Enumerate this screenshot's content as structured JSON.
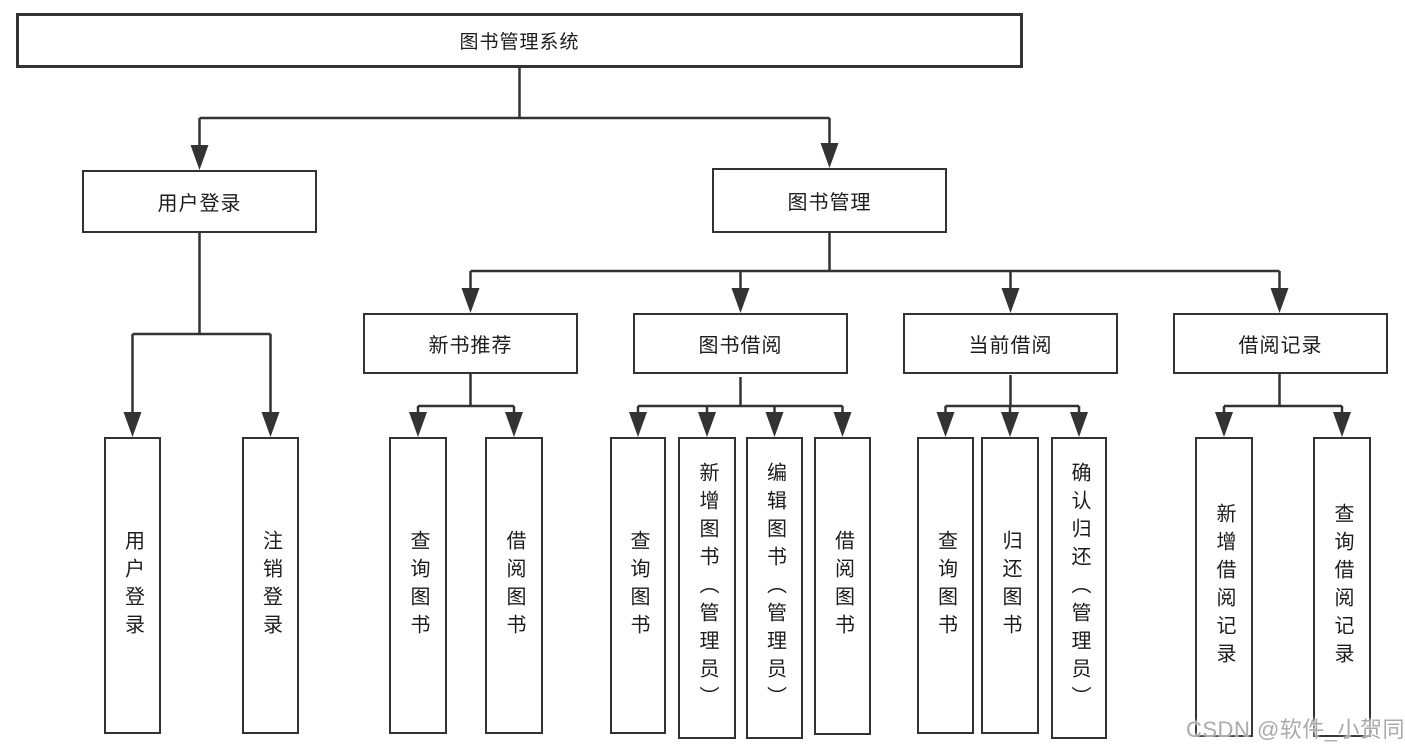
{
  "diagram": {
    "root": {
      "label": "图书管理系统"
    },
    "branches": [
      {
        "label": "用户登录",
        "children": [
          {
            "label": "用户登录"
          },
          {
            "label": "注销登录"
          }
        ]
      },
      {
        "label": "图书管理",
        "children": [
          {
            "label": "新书推荐",
            "children": [
              {
                "label": "查询图书"
              },
              {
                "label": "借阅图书"
              }
            ]
          },
          {
            "label": "图书借阅",
            "children": [
              {
                "label": "查询图书"
              },
              {
                "label": "新增图书（管理员）"
              },
              {
                "label": "编辑图书（管理员）"
              },
              {
                "label": "借阅图书"
              }
            ]
          },
          {
            "label": "当前借阅",
            "children": [
              {
                "label": "查询图书"
              },
              {
                "label": "归还图书"
              },
              {
                "label": "确认归还（管理员）"
              }
            ]
          },
          {
            "label": "借阅记录",
            "children": [
              {
                "label": "新增借阅记录"
              },
              {
                "label": "查询借阅记录"
              }
            ]
          }
        ]
      }
    ]
  },
  "watermark": {
    "text": "CSDN @软件_小贺同学",
    "color": "#ababab"
  },
  "colors": {
    "line": "#333333",
    "box_border": "#333333",
    "box_fill": "#ffffff",
    "text": "#1c1c1c",
    "background": "#ffffff"
  }
}
